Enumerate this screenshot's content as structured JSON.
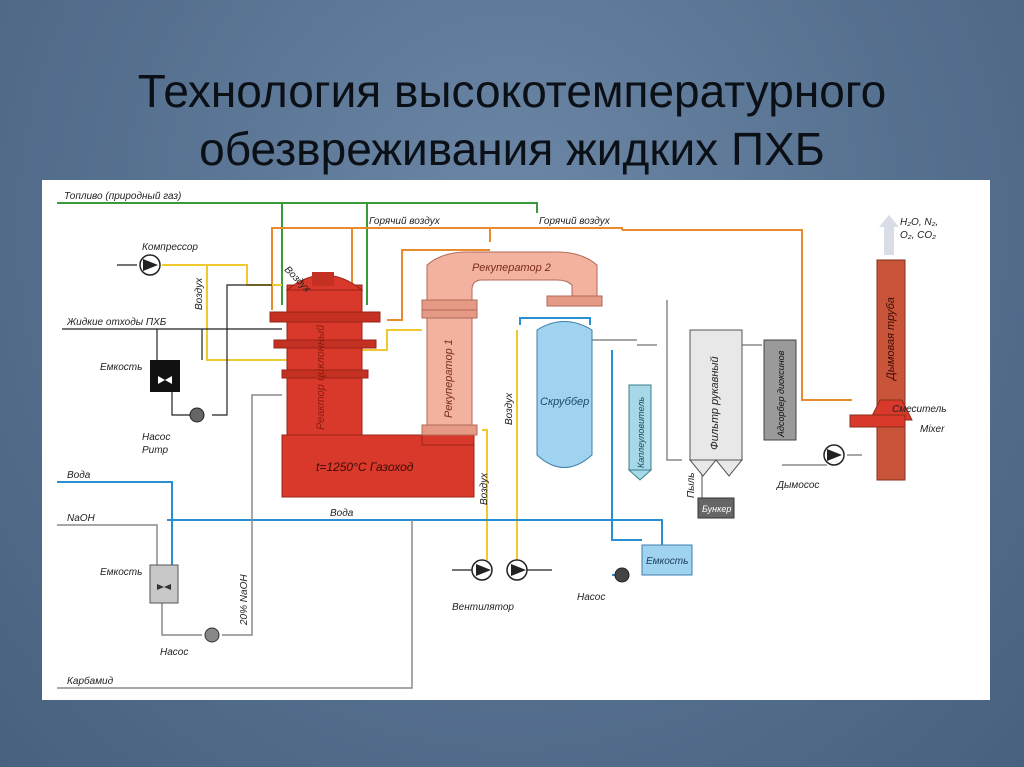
{
  "title": {
    "line1": "Технология высокотемпературного",
    "line2": "обезвреживания жидких ПХБ"
  },
  "colors": {
    "reactor": "#d8392a",
    "recuperator": "#f2b29f",
    "scrubber": "#9fd3f0",
    "fuel_line": "#3a9a3a",
    "hot_air_line": "#e98a2e",
    "air_line": "#f0c830",
    "water_line": "#2a8fd0",
    "gray_line": "#8a8a8a"
  },
  "labels": {
    "fuel": "Топливо (природный газ)",
    "compressor": "Компрессор",
    "hot_air_1": "Горячий воздух",
    "hot_air_2": "Горячий воздух",
    "air_1": "Воздух",
    "air_2": "Воздух",
    "air_3": "Воздух",
    "air_4": "Воздух",
    "liquid_waste": "Жидкие отходы ПХБ",
    "tank_1": "Емкость",
    "pump_1": "Насос",
    "pump_1_en": "Pump",
    "reactor": "Реактор циклонный",
    "flue": "t=1250°С Газоход",
    "recuperator_1": "Рекуператор 1",
    "recuperator_2": "Рекуператор 2",
    "scrubber": "Скруббер",
    "condenser": "Каплеуловитель",
    "bag_filter": "Фильтр рукавный",
    "dust": "Пыль",
    "bunker": "Бункер",
    "dioxin_adsorber": "Адсорбер диоксинов",
    "smoke_exhauster": "Дымосос",
    "chimney": "Дымовая труба",
    "mixer_ru": "Смеситель",
    "mixer_en": "Mixer",
    "emission_1": "H₂O, N₂,",
    "emission_2": "O₂, CO₂",
    "water_1": "Вода",
    "water_2": "Вода",
    "naoh": "NaOH",
    "tank_2": "Емкость",
    "naoh_20": "20% NaOH",
    "pump_2": "Насос",
    "fans": "Вентилятор",
    "tank_3": "Емкость",
    "pump_3": "Насос",
    "carbamide": "Карбамид"
  }
}
